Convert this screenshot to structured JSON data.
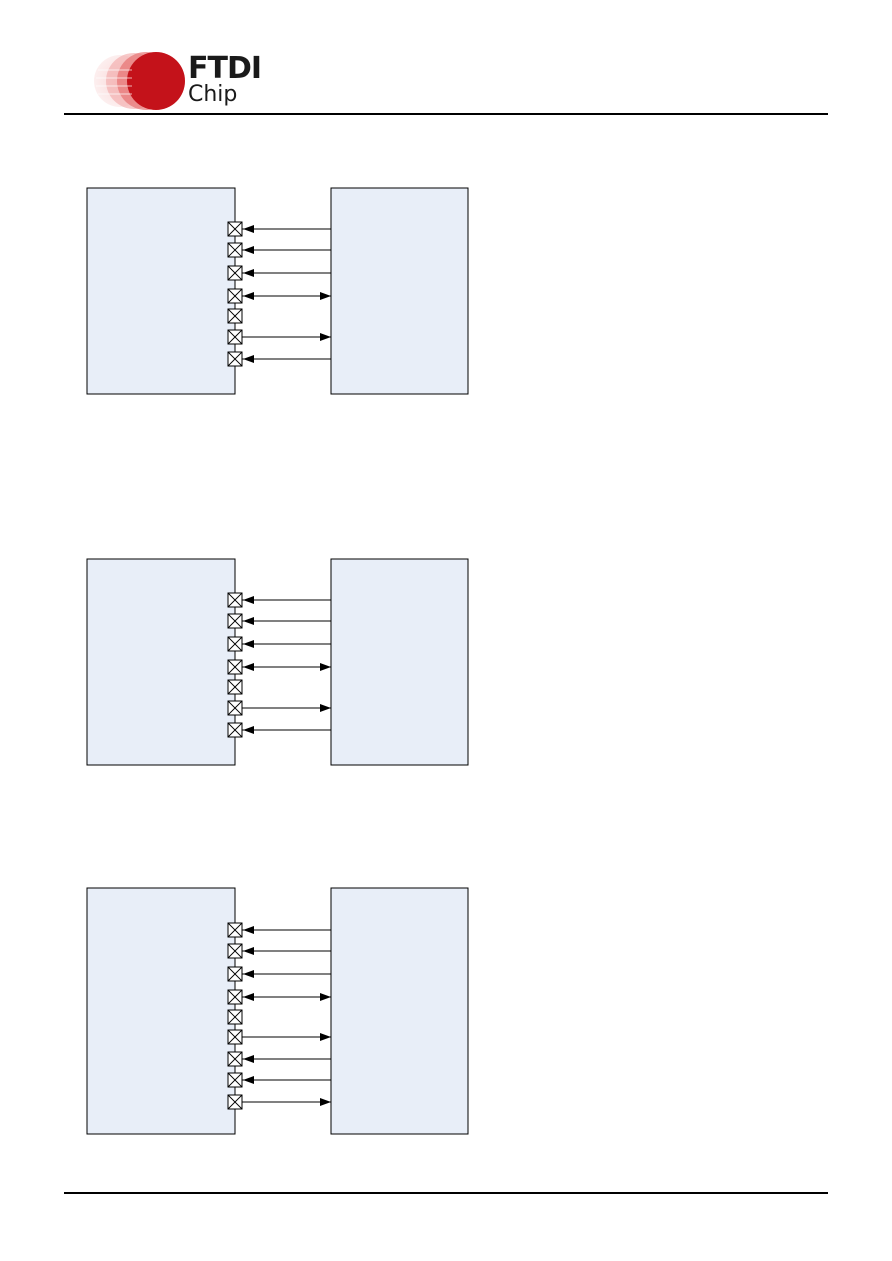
{
  "logo": {
    "word1": "FTDI",
    "word2": "Chip",
    "accent": "#c4121a"
  },
  "colors": {
    "box_fill": "#e8eef8",
    "line": "#000000"
  },
  "diagrams": [
    {
      "id": "diagram-1",
      "pins": [
        "in",
        "in",
        "in",
        "bidir",
        "none",
        "out",
        "in"
      ]
    },
    {
      "id": "diagram-2",
      "pins": [
        "in",
        "in",
        "in",
        "bidir",
        "none",
        "out",
        "in"
      ]
    },
    {
      "id": "diagram-3",
      "pins": [
        "in",
        "in",
        "in",
        "bidir",
        "none",
        "out",
        "in",
        "in",
        "out"
      ]
    }
  ]
}
